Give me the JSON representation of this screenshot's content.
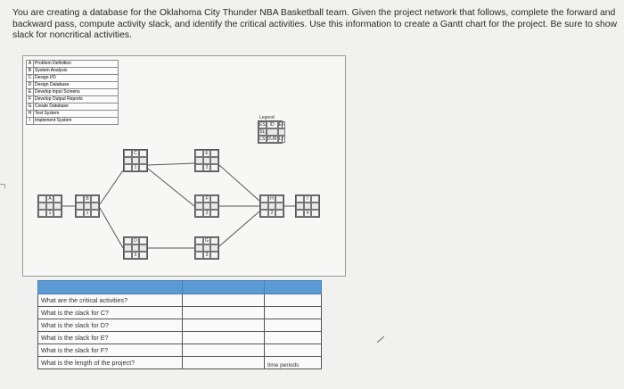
{
  "prompt": "You are creating a database for the Oklahoma City Thunder NBA Basketball team. Given the project network that follows, complete the forward and backward pass, compute activity slack, and identify the critical activities. Use this information to create a Gantt chart for the project. Be sure to show slack for noncritical activities.",
  "activities": [
    {
      "id": "A",
      "name": "Problem Definition"
    },
    {
      "id": "B",
      "name": "System Analysis"
    },
    {
      "id": "C",
      "name": "Design I/O"
    },
    {
      "id": "D",
      "name": "Design Database"
    },
    {
      "id": "E",
      "name": "Develop Input Screens"
    },
    {
      "id": "F",
      "name": "Develop Output Reports"
    },
    {
      "id": "G",
      "name": "Create Database"
    },
    {
      "id": "H",
      "name": "Test System"
    },
    {
      "id": "I",
      "name": "Implement System"
    }
  ],
  "legend": {
    "title": "Legend",
    "top": [
      "ES",
      "ID",
      "EF"
    ],
    "mid": "SL",
    "bottom": [
      "LS",
      "DUR",
      "LF"
    ]
  },
  "nodes": {
    "A": {
      "id": "A",
      "dur": "1"
    },
    "B": {
      "id": "B",
      "dur": "1"
    },
    "C": {
      "id": "C",
      "dur": "1"
    },
    "D": {
      "id": "D",
      "dur": "5"
    },
    "E": {
      "id": "E",
      "dur": "2"
    },
    "F": {
      "id": "F",
      "dur": "3"
    },
    "G": {
      "id": "G",
      "dur": "3"
    },
    "H": {
      "id": "H",
      "dur": "2"
    },
    "I": {
      "id": "I",
      "dur": "4"
    }
  },
  "questions": [
    {
      "q": "What are the critical activities?",
      "unit": ""
    },
    {
      "q": "What is the slack for C?",
      "unit": ""
    },
    {
      "q": "What is the slack for D?",
      "unit": ""
    },
    {
      "q": "What is the slack for E?",
      "unit": ""
    },
    {
      "q": "What is the slack for F?",
      "unit": ""
    },
    {
      "q": "What is the length of the project?",
      "unit": "time periods"
    }
  ]
}
